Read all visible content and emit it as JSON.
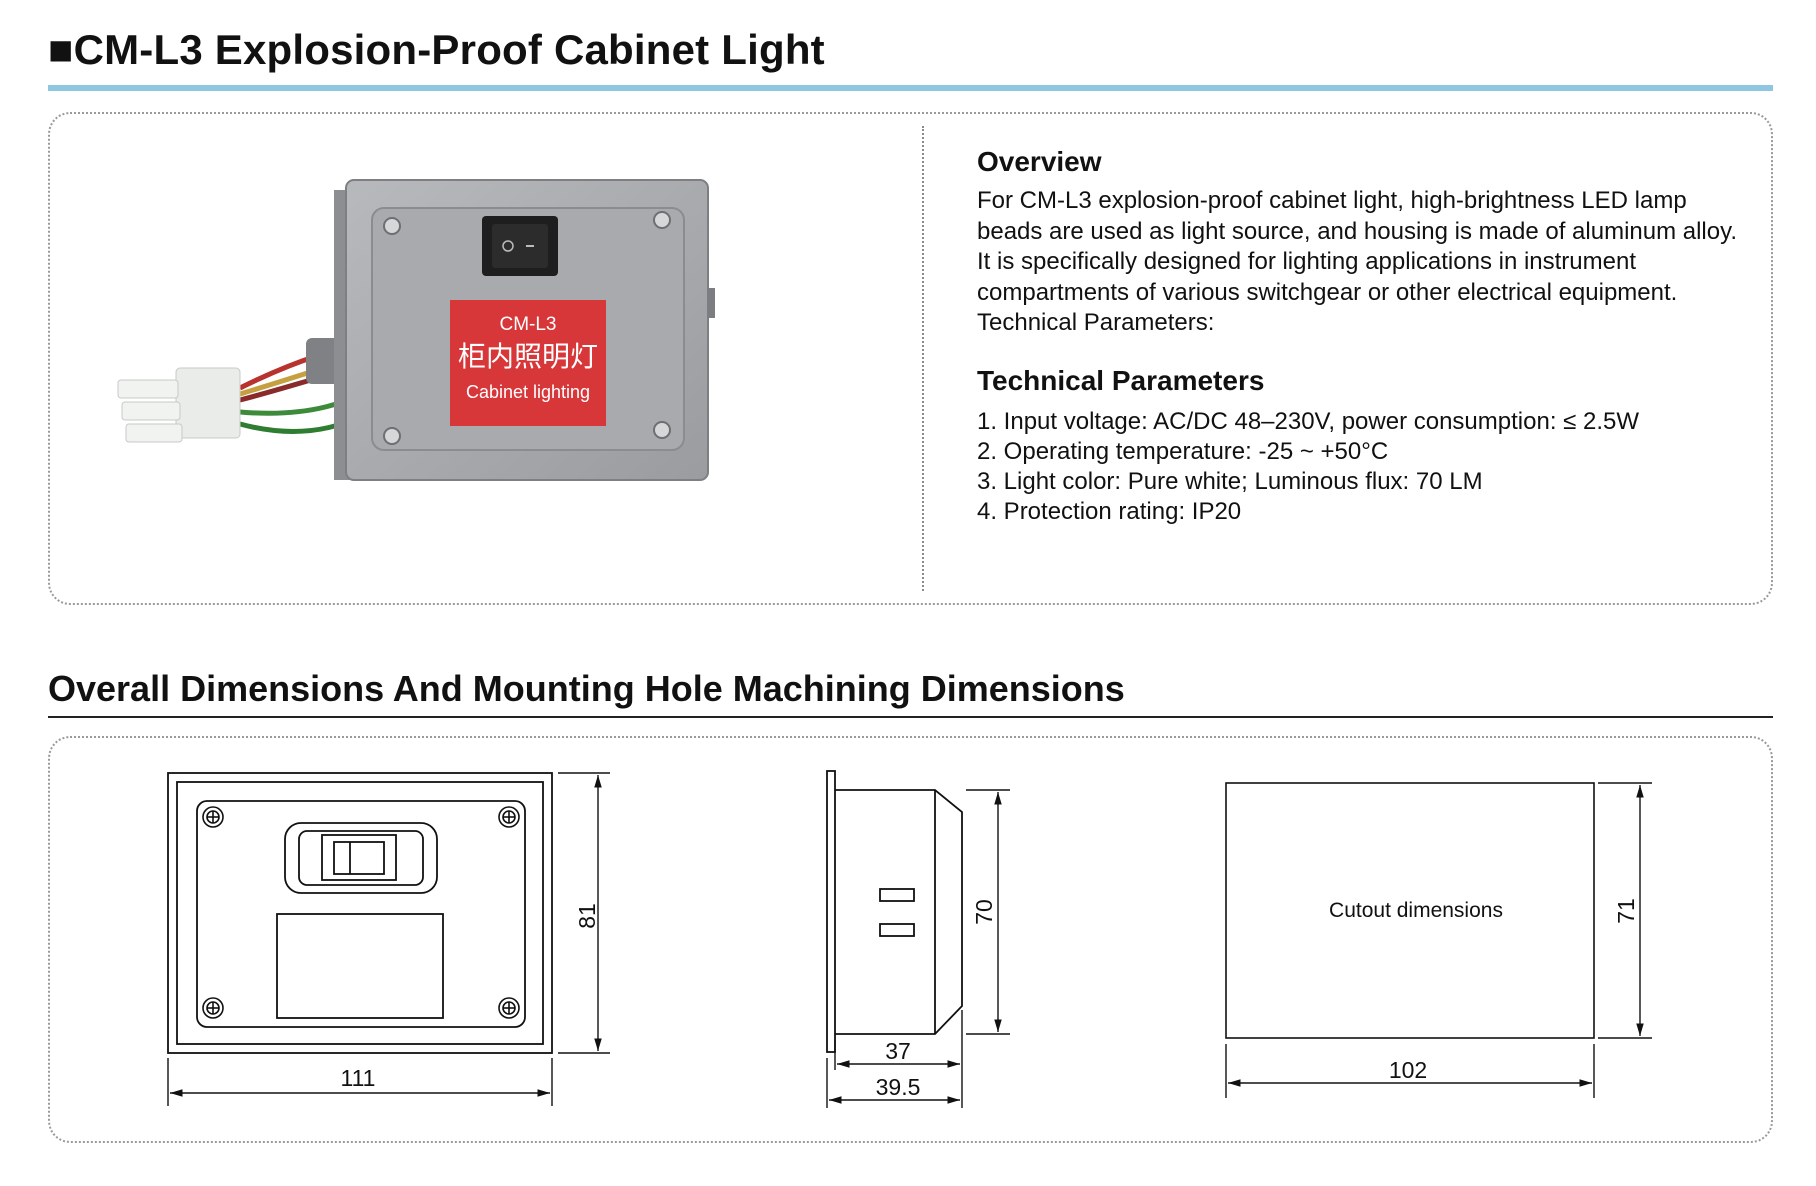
{
  "header": {
    "title": "■CM-L3 Explosion-Proof Cabinet Light"
  },
  "product_photo": {
    "label_model": "CM-L3",
    "label_chinese": "柜内照明灯",
    "label_english": "Cabinet lighting",
    "colors": {
      "housing": "#a9abae",
      "label": "#d8373a",
      "wire_red": "#b8322e",
      "wire_green": "#3c8a3a"
    }
  },
  "overview": {
    "heading": "Overview",
    "text": "For CM-L3 explosion-proof cabinet light, high-brightness LED lamp beads are used as light source, and housing is made of aluminum alloy. It is specifically designed for lighting applications in instrument compartments of various switchgear or other electrical equipment. Technical Parameters:"
  },
  "technical": {
    "heading": "Technical Parameters",
    "items": [
      "1. Input voltage: AC/DC 48–230V, power consumption: ≤ 2.5W",
      "2. Operating temperature: -25 ~ +50°C",
      "3. Light color: Pure white; Luminous flux: 70 LM",
      "4. Protection rating: IP20"
    ]
  },
  "dimensions": {
    "heading": "Overall Dimensions And Mounting Hole Machining Dimensions",
    "front_width": "111",
    "front_height": "81",
    "side_height": "70",
    "side_depth_inner": "37",
    "side_depth_outer": "39.5",
    "cutout_label": "Cutout dimensions",
    "cutout_width": "102",
    "cutout_height": "71"
  },
  "colors": {
    "title_rule": "#8fc6e2",
    "border": "#9a9a9a"
  }
}
